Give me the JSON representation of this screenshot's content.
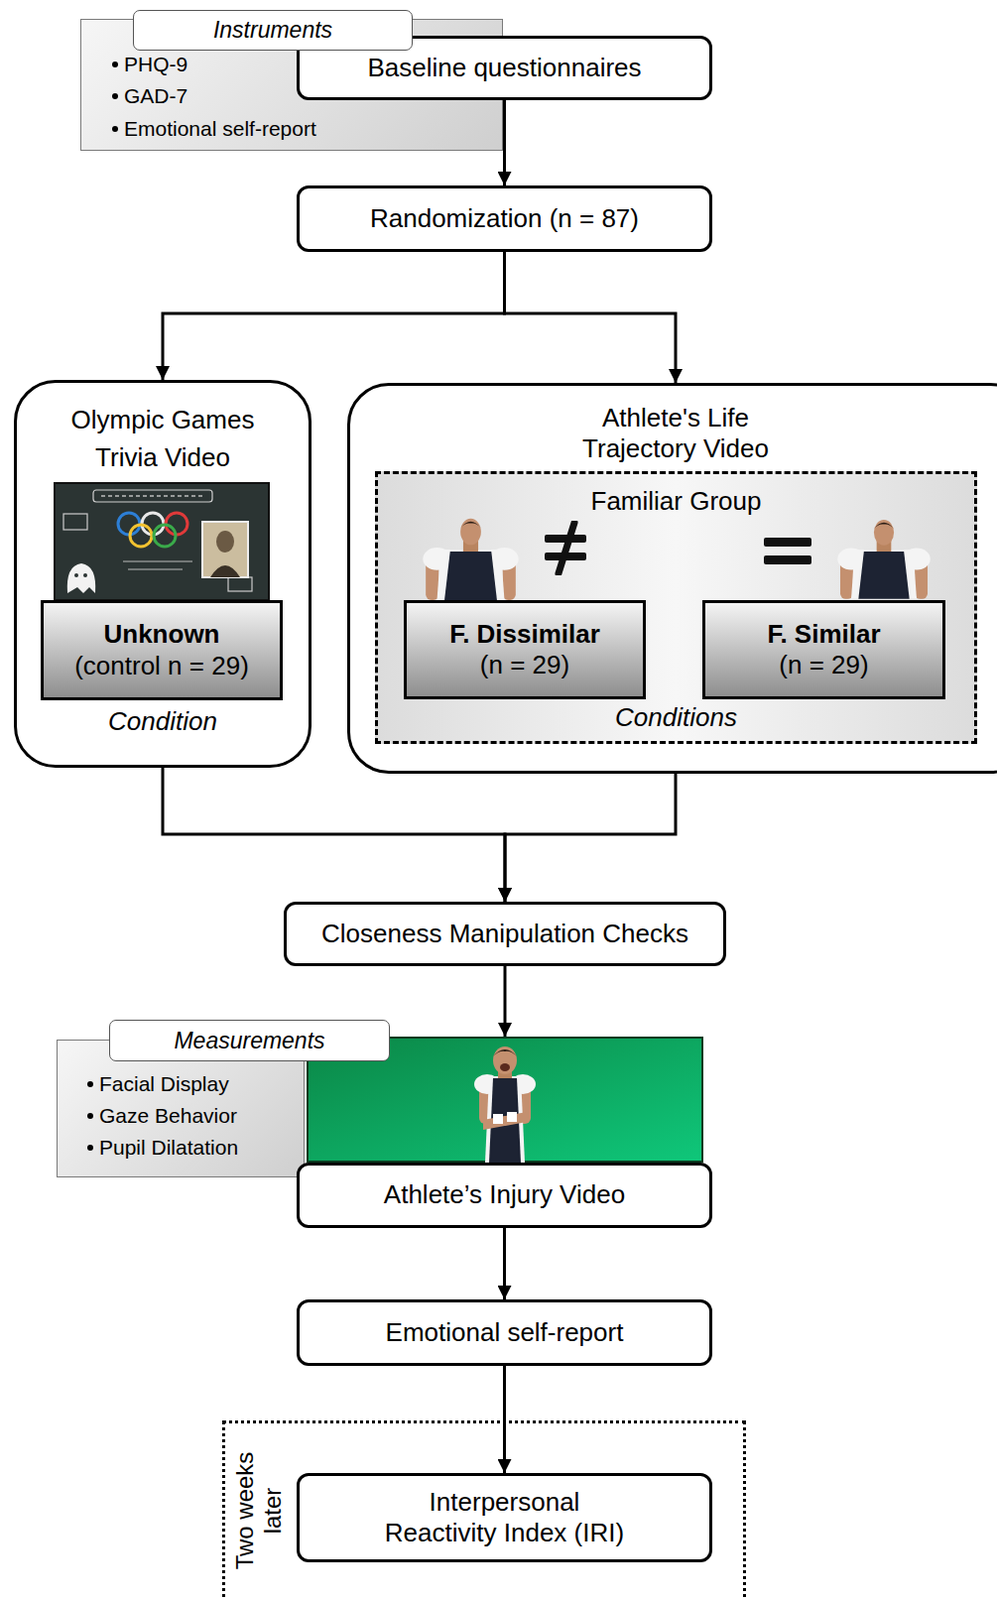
{
  "diagram": {
    "nodes": [
      {
        "text": [
          "Instruments",
          "PHQ-9",
          "GAD-7",
          "Emotional self-report"
        ]
      },
      {
        "text": [
          "Baseline questionnaires"
        ]
      },
      {
        "text": [
          "Randomization (n = 87)"
        ]
      },
      {
        "text": [
          "Olympic Games Trivia Video",
          "Condition"
        ]
      },
      {
        "text": [
          "Unknown",
          "(control n = 29)"
        ],
        "in": 3
      },
      {
        "text": [
          "Athlete's Life Trajectory Video"
        ]
      },
      {
        "text": [
          "Familiar Group",
          "Conditions"
        ],
        "in": 5
      },
      {
        "text": [
          "F. Dissimilar",
          "(n = 29)"
        ],
        "in": 6
      },
      {
        "text": [
          "F. Similar",
          "(n = 29)"
        ],
        "in": 6
      },
      {
        "text": [
          "Closeness Manipulation Checks"
        ]
      },
      {
        "text": [
          "Measurements",
          "Facial Display",
          "Gaze Behavior",
          "Pupil Dilatation"
        ]
      },
      {
        "text": [
          "Athlete’s Injury Video"
        ]
      },
      {
        "text": [
          "Emotional self-report"
        ]
      },
      {
        "text": [
          "Two weeks later"
        ]
      },
      {
        "text": [
          "Interpersonal Reactivity Index (IRI)"
        ],
        "in": 13
      }
    ],
    "edges": [
      {
        "from": 1,
        "to": 2,
        "arrow": "to"
      },
      {
        "from": 2,
        "to": 3,
        "arrow": "to"
      },
      {
        "from": 2,
        "to": 5,
        "arrow": "to"
      },
      {
        "from": 3,
        "to": 9,
        "arrow": "to"
      },
      {
        "from": 5,
        "to": 9,
        "arrow": "to"
      },
      {
        "from": 9,
        "to": 11,
        "arrow": "to"
      },
      {
        "from": 11,
        "to": 12,
        "arrow": "to"
      },
      {
        "from": 12,
        "to": 14,
        "arrow": "to"
      }
    ]
  }
}
